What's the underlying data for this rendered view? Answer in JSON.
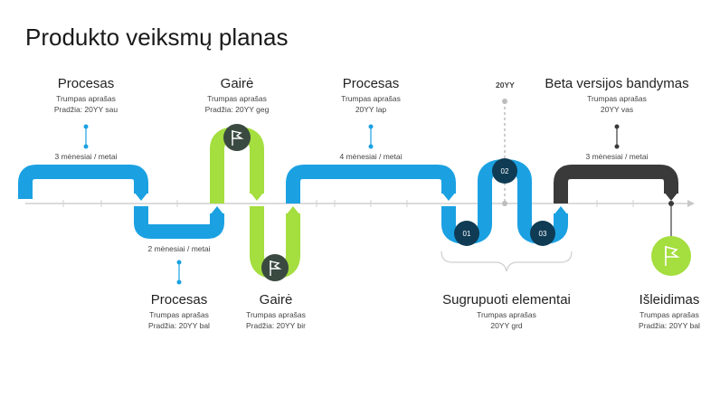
{
  "title": "Produkto veiksmų planas",
  "colors": {
    "blue": "#1ba1e2",
    "green": "#a4de3f",
    "dark": "#3a3a3a",
    "navy": "#0f3b55",
    "axis": "#d0d0d0"
  },
  "top": [
    {
      "title": "Procesas",
      "l1": "Trumpas aprašas",
      "l2": "Pradžia: 20YY sau"
    },
    {
      "title": "Gairė",
      "l1": "Trumpas aprašas",
      "l2": "Pradžia: 20YY geg"
    },
    {
      "title": "Procesas",
      "l1": "Trumpas aprašas",
      "l2": "20YY lap"
    },
    {
      "title": "Beta versijos bandymas",
      "l1": "Trumpas aprašas",
      "l2": "20YY vas"
    }
  ],
  "bottom": [
    {
      "title": "Procesas",
      "l1": "Trumpas aprašas",
      "l2": "Pradžia: 20YY bal"
    },
    {
      "title": "Gairė",
      "l1": "Trumpas aprašas",
      "l2": "Pradžia: 20YY bir"
    },
    {
      "title": "Sugrupuoti elementai",
      "l1": "Trumpas aprašas",
      "l2": "20YY grd"
    },
    {
      "title": "Išleidimas",
      "l1": "Trumpas aprašas",
      "l2": "Pradžia: 20YY bal"
    }
  ],
  "durations": [
    "3 mėnesiai / metai",
    "2 mėnesiai / metai",
    "4 mėnesiai / metai",
    "3 mėnesiai / metai"
  ],
  "year_marker": "20YY",
  "markers": [
    "01",
    "02",
    "03"
  ],
  "icons": [
    "flag-icon",
    "flag-icon",
    "flag-icon"
  ]
}
